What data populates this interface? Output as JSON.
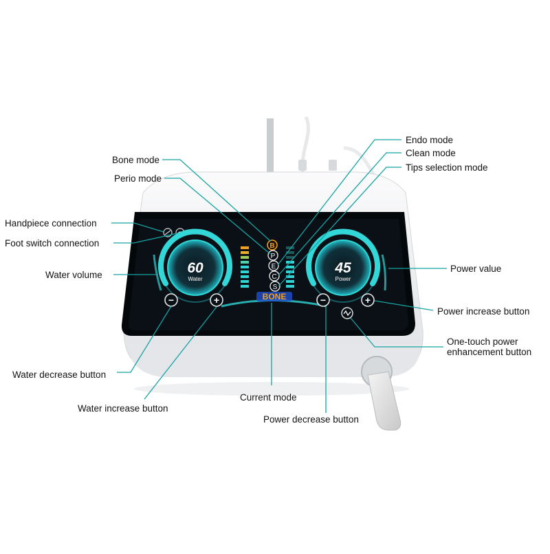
{
  "labels": {
    "bone_mode": "Bone mode",
    "perio_mode": "Perio mode",
    "handpiece_connection": "Handpiece connection",
    "foot_switch_connection": "Foot switch connection",
    "water_volume": "Water volume",
    "water_decrease_button": "Water decrease button",
    "water_increase_button": "Water increase button",
    "current_mode": "Current mode",
    "power_decrease_button": "Power decrease button",
    "endo_mode": "Endo mode",
    "clean_mode": "Clean mode",
    "tips_selection_mode": "Tips selection mode",
    "power_value": "Power value",
    "power_increase_button": "Power increase button",
    "one_touch_power_enhancement_button": "One-touch power enhancement button"
  },
  "screen": {
    "water_value": "60",
    "water_label": "Water",
    "power_value": "45",
    "power_label": "Power",
    "current_mode_name": "BONE",
    "mode_letters": [
      "B",
      "P",
      "E",
      "C",
      "S"
    ],
    "minus_symbol": "−",
    "plus_symbol": "+"
  },
  "colors": {
    "leader": "#16a3a3",
    "screen_bg": "#0a1016",
    "accent_teal": "#2fd5d5",
    "accent_orange": "#f0a020",
    "device_body": "#f1f2f4"
  }
}
